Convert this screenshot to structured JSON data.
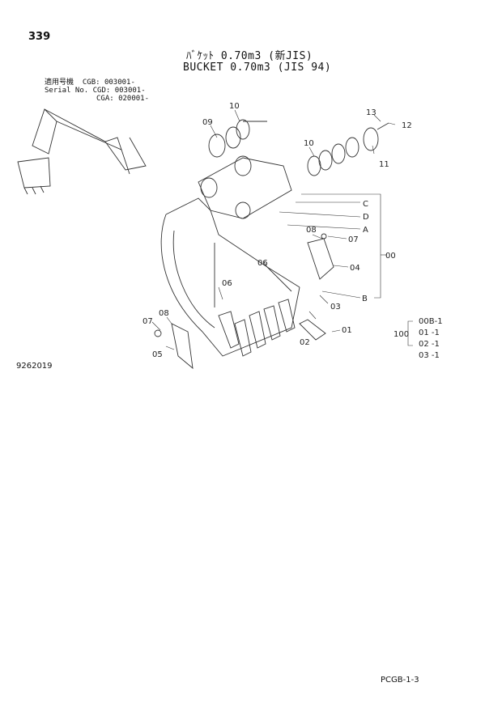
{
  "page_number": "339",
  "title_jp": "ﾊﾞｹｯﾄ 0.70m3 (新JIS)",
  "title_en": "BUCKET 0.70m3 (JIS 94)",
  "applicability": {
    "label_jp": "適用号機",
    "label_en": "Serial No.",
    "entries": [
      "CGB: 003001-",
      "CGD: 003001-",
      "CGA: 020001-"
    ]
  },
  "callouts": {
    "p01": "01",
    "p02": "02",
    "p03": "03",
    "p04": "04",
    "p05": "05",
    "p06a": "06",
    "p06b": "06",
    "p07a": "07",
    "p07b": "07",
    "p08a": "08",
    "p08b": "08",
    "p09": "09",
    "p10a": "10",
    "p10b": "10",
    "p11": "11",
    "p12": "12",
    "p13": "13",
    "p00": "00",
    "A": "A",
    "B": "B",
    "C": "C",
    "D": "D"
  },
  "assembly_table": {
    "group": "100",
    "rows": [
      "00B-1",
      "01 -1",
      "02 -1",
      "03 -1"
    ]
  },
  "figure_number": "9262019",
  "footer_code": "PCGB-1-3"
}
